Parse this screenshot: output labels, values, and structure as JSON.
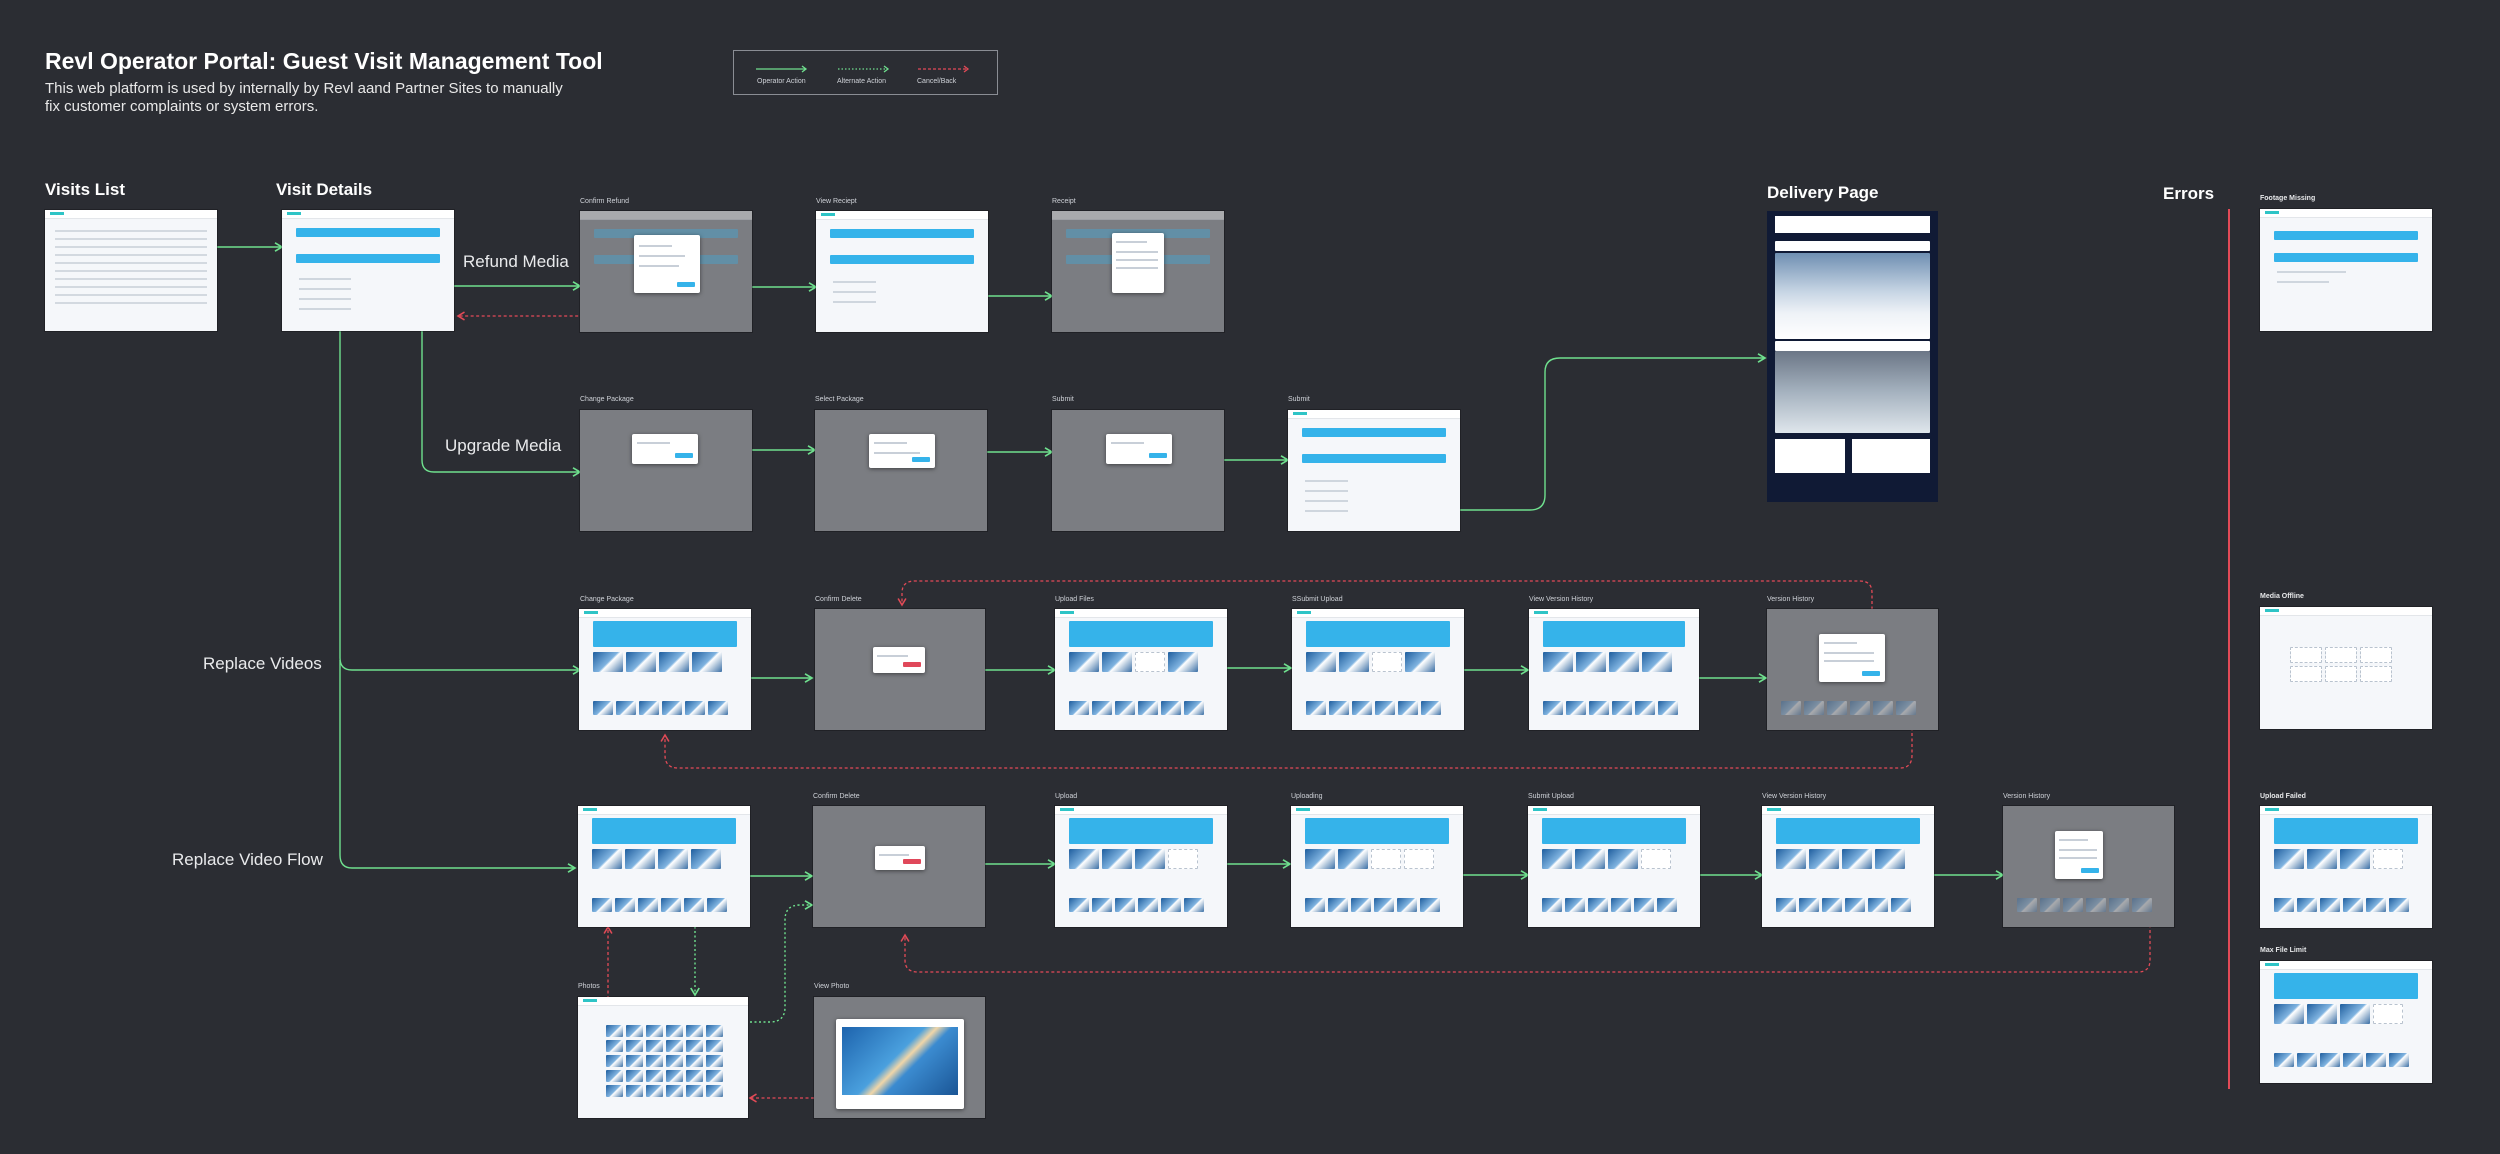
{
  "header": {
    "title": "Revl Operator Portal: Guest Visit Management Tool",
    "subtitle": "This web platform is used by internally by Revl aand Partner Sites to manually fix customer complaints or system errors."
  },
  "legend": {
    "items": [
      {
        "label": "Operator Action",
        "style": "solid",
        "color": "#6fe08e"
      },
      {
        "label": "Alternate Action",
        "style": "dotted",
        "color": "#6fe08e"
      },
      {
        "label": "Cancel/Back",
        "style": "dashed",
        "color": "#e24a57"
      }
    ]
  },
  "sections": {
    "visits_list": "Visits List",
    "visit_details": "Visit Details",
    "delivery_page": "Delivery Page",
    "errors": "Errors"
  },
  "branches": {
    "refund_media": "Refund Media",
    "upgrade_media": "Upgrade Media",
    "replace_videos": "Replace Videos",
    "replace_video_flow": "Replace Video Flow"
  },
  "screens": {
    "refund": [
      "Confirm Refund",
      "View Reciept",
      "Receipt"
    ],
    "upgrade": [
      "Change Package",
      "Select Package",
      "Submit",
      "Submit"
    ],
    "replace_videos": [
      "Change Package",
      "Confirm Delete",
      "Upload Files",
      "SSubmit Upload",
      "View Version History",
      "Version History"
    ],
    "replace_video_flow": [
      "Confirm Delete",
      "Upload",
      "Uploading",
      "Submit Upload",
      "View Version History",
      "Version History"
    ],
    "photos": [
      "Photos",
      "View Photo"
    ]
  },
  "errors": [
    "Footage Missing",
    "Media Offline",
    "Upload Failed",
    "Max File Limit"
  ],
  "colors": {
    "background": "#2b2d33",
    "operator_action": "#6fe08e",
    "cancel_back": "#e24a57",
    "accent_blue": "#35b3ea"
  }
}
